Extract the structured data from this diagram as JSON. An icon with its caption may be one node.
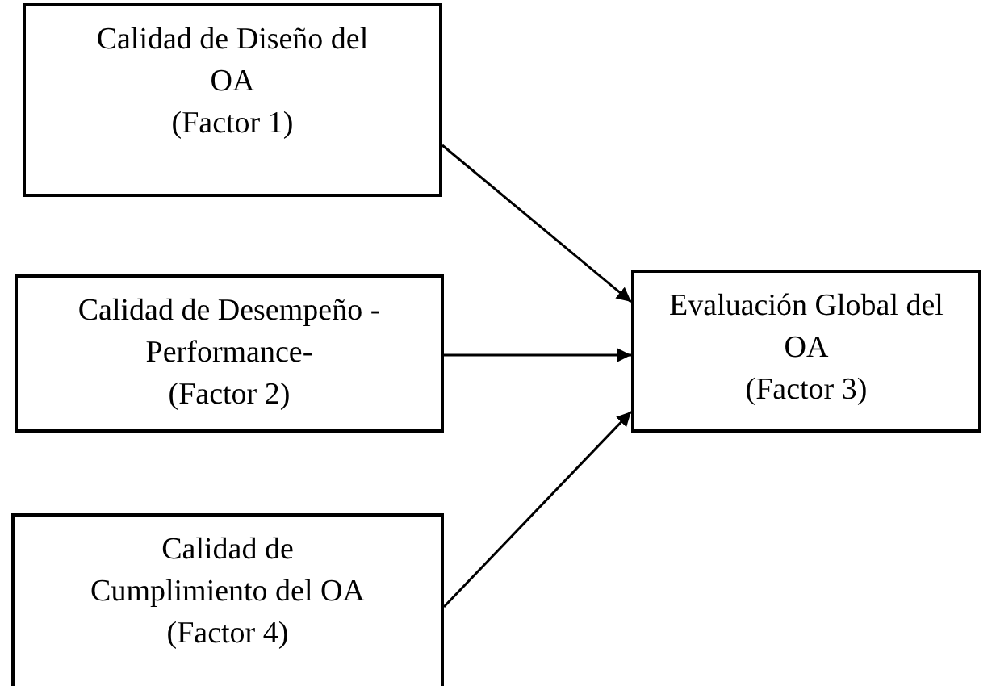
{
  "diagram": {
    "nodes": [
      {
        "text": [
          "Calidad de Diseño del OA",
          "(Factor 1)"
        ]
      },
      {
        "text": [
          "Calidad de Desempeño -Performance-",
          "(Factor 2)"
        ]
      },
      {
        "text": [
          "Calidad de Cumplimiento del OA",
          "(Factor 4)"
        ]
      },
      {
        "text": [
          "Evaluación Global del OA",
          "(Factor 3)"
        ]
      }
    ],
    "edges": [
      {
        "from": 0,
        "to": 3,
        "arrow": "to"
      },
      {
        "from": 1,
        "to": 3,
        "arrow": "to"
      },
      {
        "from": 2,
        "to": 3,
        "arrow": "to"
      }
    ]
  }
}
